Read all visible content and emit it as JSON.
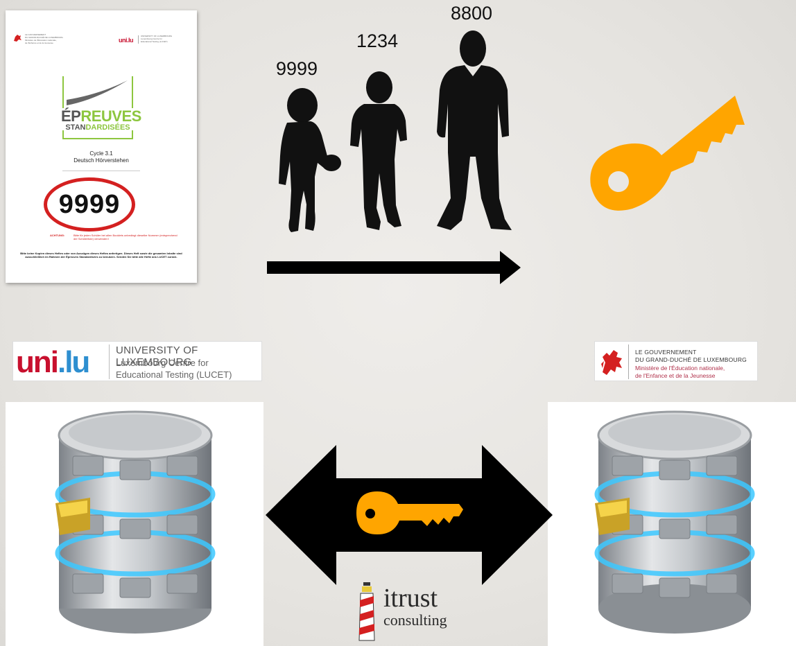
{
  "booklet": {
    "header_left": [
      "LE GOUVERNEMENT",
      "DU GRAND-DUCHÉ DE LUXEMBOURG",
      "Ministère de l'Éducation nationale,",
      "de l'Enfance et de la Jeunesse"
    ],
    "header_right_logo": "uni.lu",
    "header_right": [
      "UNIVERSITY OF LUXEMBOURG",
      "Luxembourg Centre for",
      "Educational Testing (LUCET)"
    ],
    "logo_top": "ÉPREUVES",
    "logo_bottom": "STANDARDISÉES",
    "cycle": "Cycle 3.1",
    "subject": "Deutsch Hörverstehen",
    "number": "9999",
    "achtung_label": "ACHTUNG:",
    "achtung_text": "Bitte für jeden Schüler bei allen Booklets unbedingt dieselbe Nummer (entsprechend der Schülerliste) verwenden!",
    "footer_text": "Bitte keine Kopien dieses Heftes oder von Auszügen dieses Heftes anfertigen. Dieses Heft sowie die gesamten Inhalte sind ausschließlich im Rahmen der Épreuves Standardisées zu benutzen. Senden Sie bitte alle Hefte ans LUCET zurück."
  },
  "ids": [
    "9999",
    "1234",
    "8800"
  ],
  "uni_banner": {
    "logo": "uni.lu",
    "line1": "UNIVERSITY OF LUXEMBOURG",
    "line2": "Luxembourg Centre for",
    "line3": "Educational Testing (LUCET)"
  },
  "gov_banner": {
    "line1": "LE GOUVERNEMENT",
    "line2": "DU GRAND-DUCHÉ DE LUXEMBOURG",
    "line3": "Ministère de l'Éducation nationale,",
    "line4": "de l'Enfance et de la Jeunesse"
  },
  "itrust": {
    "word": "itrust",
    "sub": "consulting"
  },
  "colors": {
    "key": "#ffa500",
    "accent_red": "#d42020",
    "uni_red": "#c8102e",
    "uni_blue": "#2e8fd0",
    "logo_green": "#8dc63f",
    "db_glow": "#3cc8ff"
  }
}
